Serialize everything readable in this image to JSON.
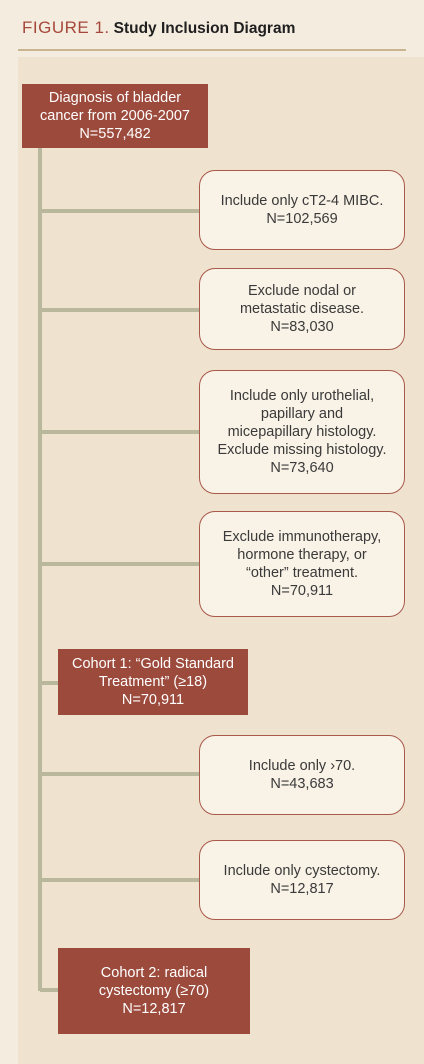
{
  "figure": {
    "label": "FIGURE 1.",
    "title": "Study Inclusion Diagram"
  },
  "boxes": {
    "diagnosis": [
      "Diagnosis of bladder",
      "cancer from 2006-2007",
      "N=557,482"
    ],
    "mibc": [
      "Include only cT2-4 MIBC.",
      "N=102,569"
    ],
    "nodal": [
      "Exclude nodal or",
      "metastatic disease.",
      "N=83,030"
    ],
    "histology": [
      "Include only urothelial,",
      "papillary and",
      "micepapillary histology.",
      "Exclude missing histology.",
      "N=73,640"
    ],
    "therapy": [
      "Exclude immunotherapy,",
      "hormone therapy, or",
      "“other” treatment.",
      "N=70,911"
    ],
    "cohort1": [
      "Cohort 1: “Gold Standard",
      "Treatment” (≥18)",
      "N=70,911"
    ],
    "age": [
      "Include only ›70.",
      "N=43,683"
    ],
    "cystectomy": [
      "Include only cystectomy.",
      "N=12,817"
    ],
    "cohort2": [
      "Cohort 2: radical",
      "cystectomy (≥70)",
      "N=12,817"
    ]
  },
  "colors": {
    "dark_box": "#9c4a3c",
    "light_box_border": "#a8594a",
    "connector": "#b9b79c",
    "background": "#efe3d0"
  }
}
